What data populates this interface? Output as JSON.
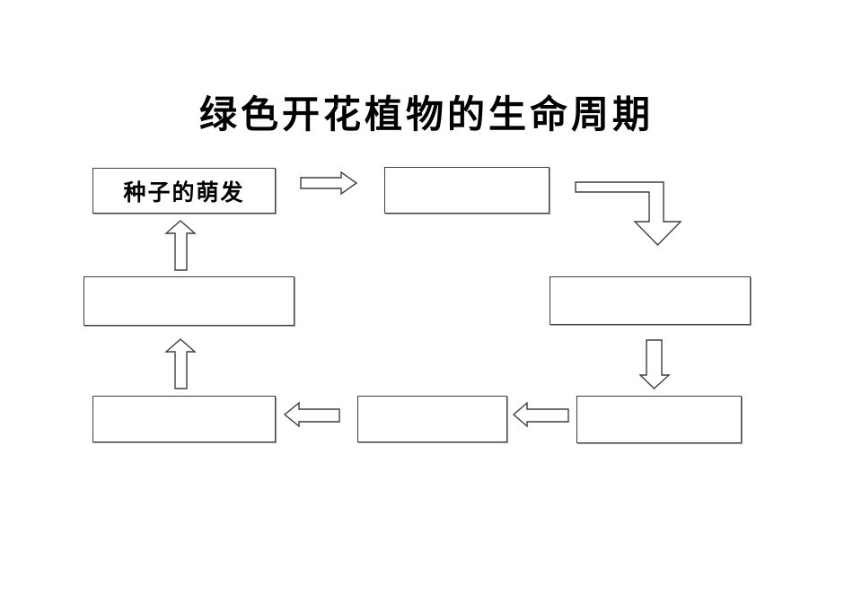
{
  "title": {
    "text": "绿色开花植物的生命周期"
  },
  "diagram": {
    "boxes": [
      {
        "name": "stage-seed-germination",
        "label": "种子的萌发"
      },
      {
        "name": "stage-blank-top-middle",
        "label": ""
      },
      {
        "name": "stage-blank-right-upper",
        "label": ""
      },
      {
        "name": "stage-blank-right-lower",
        "label": ""
      },
      {
        "name": "stage-blank-bottom-middle",
        "label": ""
      },
      {
        "name": "stage-blank-bottom-left",
        "label": ""
      },
      {
        "name": "stage-blank-left-middle",
        "label": ""
      }
    ],
    "arrows": [
      {
        "name": "arrow-right-icon",
        "from": "stage-seed-germination",
        "to": "stage-blank-top-middle"
      },
      {
        "name": "arrow-elbow-right-down-icon",
        "from": "stage-blank-top-middle",
        "to": "stage-blank-right-upper"
      },
      {
        "name": "arrow-down-icon",
        "from": "stage-blank-right-upper",
        "to": "stage-blank-right-lower"
      },
      {
        "name": "arrow-left-inner-icon",
        "from": "stage-blank-right-lower",
        "to": "stage-blank-bottom-middle"
      },
      {
        "name": "arrow-left-outer-icon",
        "from": "stage-blank-bottom-middle",
        "to": "stage-blank-bottom-left"
      },
      {
        "name": "arrow-up-lower-icon",
        "from": "stage-blank-bottom-left",
        "to": "stage-blank-left-middle"
      },
      {
        "name": "arrow-up-upper-icon",
        "from": "stage-blank-left-middle",
        "to": "stage-seed-germination"
      }
    ],
    "colors": {
      "background": "#ffffff",
      "box_fill": "#ffffff",
      "box_border": "#3f3f3f",
      "arrow_outline": "#3f3f3f",
      "text": "#000000"
    }
  }
}
